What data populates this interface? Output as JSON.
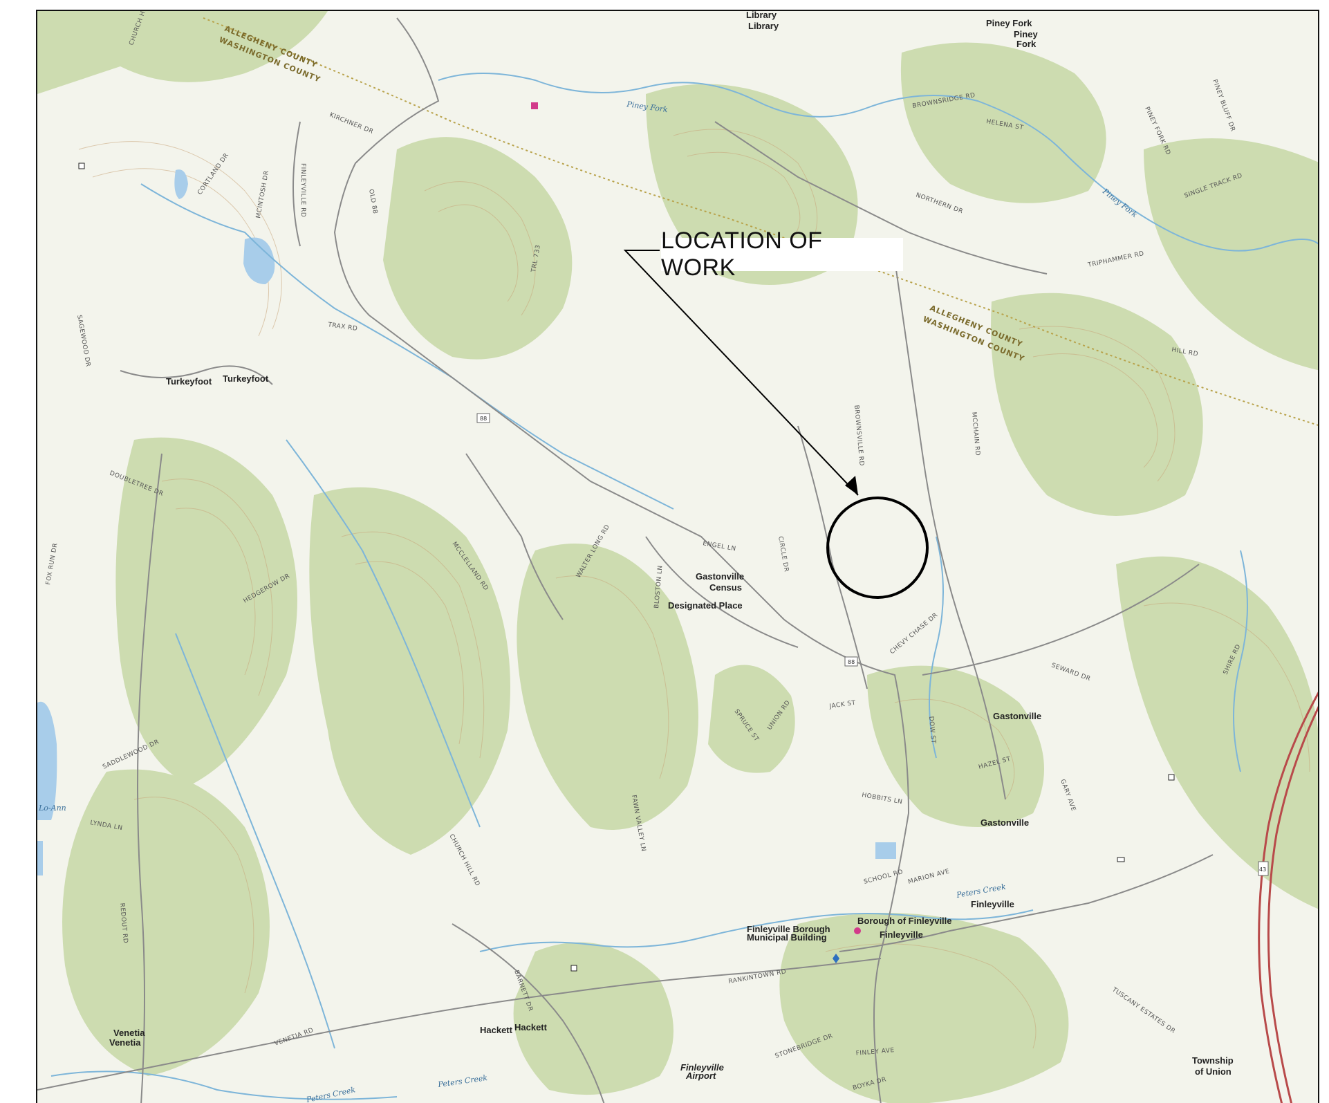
{
  "callout": {
    "label": "LOCATION OF WORK"
  },
  "places": {
    "library": "Library",
    "library2": "Library",
    "piney_fork": "Piney Fork",
    "piney_fork_small": "Piney",
    "piney_fork_small2": "Fork",
    "turkeyfoot_a": "Turkeyfoot",
    "turkeyfoot_b": "Turkeyfoot",
    "gastonville_cdp_1": "Gastonville",
    "gastonville_cdp_2": "Census",
    "gastonville_cdp_3": "Designated Place",
    "gastonville_a": "Gastonville",
    "gastonville_b": "Gastonville",
    "borough": "Borough of Finleyville",
    "finleyville_a": "Finleyville",
    "finleyville_b": "Finleyville",
    "municipal_1": "Finleyville Borough",
    "municipal_2": "Municipal Building",
    "hackett_a": "Hackett",
    "hackett_b": "Hackett",
    "venetia_a": "Venetia",
    "venetia_b": "Venetia",
    "township_1": "Township",
    "township_2": "of Union",
    "airport_1": "Finleyville",
    "airport_2": "Airport",
    "lake": "Lo-Ann"
  },
  "counties": {
    "top_1": "ALLEGHENY COUNTY",
    "top_2": "WASHINGTON COUNTY",
    "mid_1": "ALLEGHENY COUNTY",
    "mid_2": "WASHINGTON COUNTY"
  },
  "water": {
    "piney_fork_1": "Piney Fork",
    "piney_fork_2": "Piney Fork",
    "peters_creek_1": "Peters Creek",
    "peters_creek_2": "Peters Creek",
    "peters_creek_3": "Peters Creek"
  },
  "roads": {
    "church_hill_1": "CHURCH HILL",
    "kirchner": "KIRCHNER DR",
    "cortland": "CORTLAND DR",
    "mcintosh": "MCINTOSH DR",
    "finleyville_rd": "FINLEYVILLE RD",
    "old88": "OLD 88",
    "trax": "TRAX RD",
    "tr733": "TRL 733",
    "sagewood": "SAGEWOOD DR",
    "doubletree": "DOUBLETREE DR",
    "fox_run": "FOX RUN DR",
    "hedgerow": "HEDGEROW DR",
    "mcclelland": "MCCLELLAND RD",
    "walter_long": "WALTER LONG RD",
    "engel": "ENGEL LN",
    "bloston": "BLOSTON LN",
    "circle": "CIRCLE DR",
    "brownsville": "BROWNSVILLE RD",
    "mcchain": "MCCHAIN RD",
    "brownsridge": "BROWNSRIDGE RD",
    "helena": "HELENA ST",
    "northern": "NORTHERN DR",
    "triphammer": "TRIPHAMMER RD",
    "hill": "HILL RD",
    "single_track": "SINGLE TRACK RD",
    "piney_fork_rd": "PINEY FORK RD",
    "piney_bluff": "PINEY BLUFF DR",
    "chevy_chase": "CHEVY CHASE DR",
    "seward": "SEWARD DR",
    "shire": "SHIRE RD",
    "jack": "JACK ST",
    "union": "UNION RD",
    "spruce": "SPRUCE ST",
    "dow": "DOW ST",
    "hazel": "HAZEL ST",
    "gary": "GARY AVE",
    "hobbs": "HOBBITS LN",
    "school": "SCHOOL RD",
    "marion": "MARION AVE",
    "rankintown": "RANKINTOWN RD",
    "church_hill_rd": "CHURCH HILL RD",
    "fawn_valley": "FAWN VALLEY LN",
    "saddlewood": "SADDLEWOOD DR",
    "lynda": "LYNDA LN",
    "redout": "REDOUT RD",
    "barnett": "BARNETT DR",
    "venetia_rd": "VENETIA RD",
    "stonebridge": "STONEBRIDGE DR",
    "finley_ave": "FINLEY AVE",
    "boyka": "BOYKA DR",
    "tuscany": "TUSCANY ESTATES DR",
    "route88_a": "88",
    "route88_b": "88",
    "route43": "43"
  },
  "colors": {
    "terrain_green": "#cddcb0",
    "terrain_light": "#f3f4ec",
    "contour": "#c9a57a",
    "stream": "#7db5d9",
    "lake": "#a8cdea",
    "road": "#8a8a8a",
    "highway": "#b84a4a",
    "county_line": "#b8a24a"
  }
}
